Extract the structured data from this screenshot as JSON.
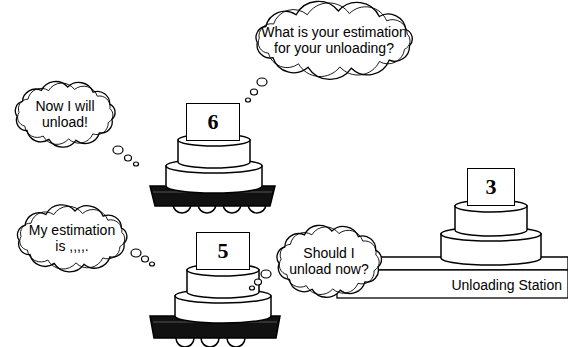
{
  "diagram": {
    "nodes": [
      {
        "text": [
          "What is your estimation for your unloading?"
        ]
      },
      {
        "text": [
          "Now I will unload!"
        ]
      },
      {
        "text": [
          "6"
        ]
      },
      {
        "text": [
          "3"
        ]
      },
      {
        "text": [
          "Unloading Station"
        ]
      },
      {
        "text": [
          "My estimation is ,,,,."
        ]
      },
      {
        "text": [
          "5"
        ]
      },
      {
        "text": [
          "Should I unload now?"
        ]
      }
    ]
  }
}
